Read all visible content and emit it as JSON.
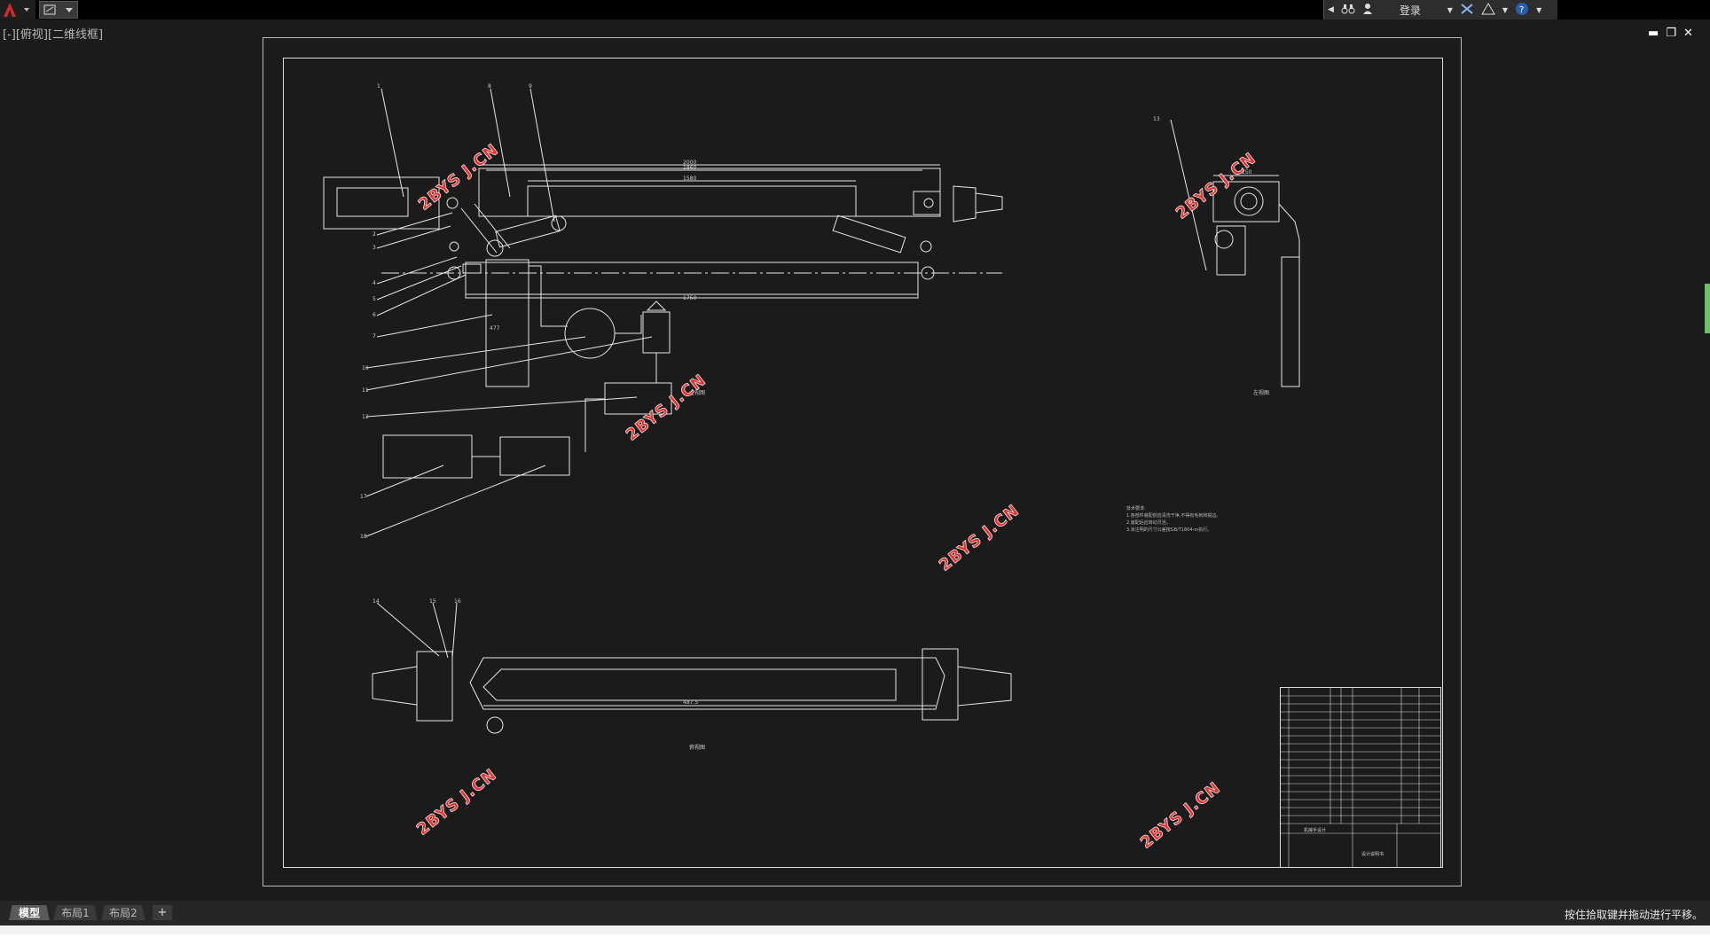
{
  "topbar": {
    "app_icon": "autocad-a-icon",
    "login_label": "登录"
  },
  "viewport": {
    "label": "[-][俯视][二维线框]"
  },
  "drawing": {
    "watermark": "2BYS J.CN",
    "dimensions": {
      "d2000": "2000",
      "d1860": "1860",
      "d1580": "1580",
      "d1750": "1750",
      "d250": "250",
      "d477": "477",
      "d487": "487.5"
    },
    "part_numbers": [
      "1",
      "2",
      "3",
      "4",
      "5",
      "6",
      "7",
      "8",
      "9",
      "10",
      "11",
      "12",
      "13",
      "14",
      "15",
      "16",
      "17",
      "18"
    ],
    "tech_requirements": {
      "title": "技术要求:",
      "lines": [
        "1.各部件装配前应清洗干净,不得有毛刺和锐边。",
        "2.装配后应转动灵活。",
        "3.未注明的尺寸公差按GB/T1804-m执行。"
      ]
    },
    "view_labels": {
      "main": "主视图",
      "left": "左视图",
      "top": "俯视图"
    },
    "title_block": {
      "name": "机械手设计",
      "school": "设计说明书"
    }
  },
  "bottom": {
    "tabs": [
      {
        "label": "模型",
        "active": true
      },
      {
        "label": "布局1",
        "active": false
      },
      {
        "label": "布局2",
        "active": false
      }
    ],
    "add_tab": "+",
    "status_text": "按住拾取键并拖动进行平移。"
  }
}
